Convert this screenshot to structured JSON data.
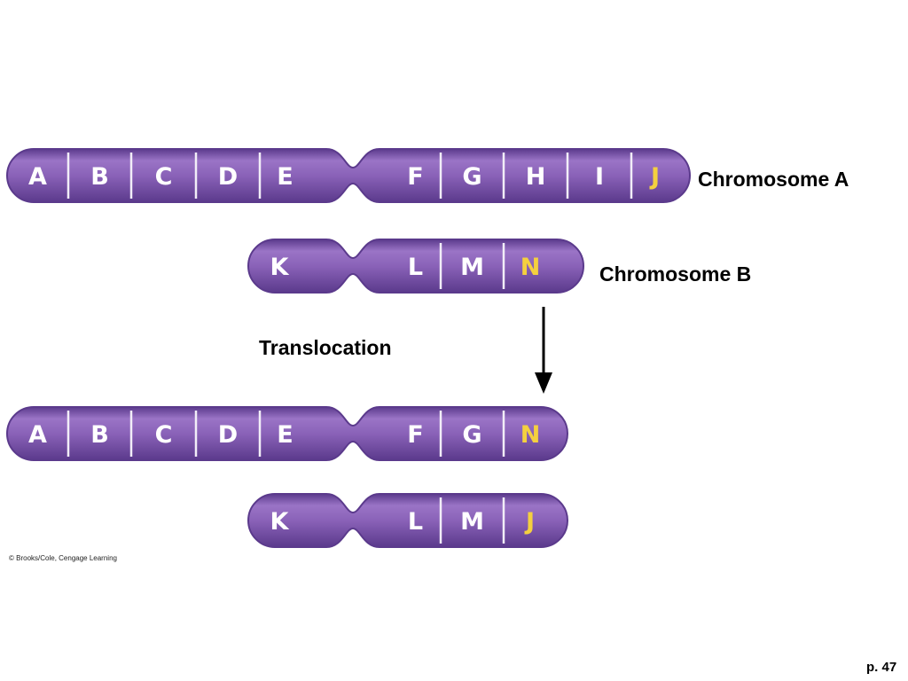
{
  "colors": {
    "chromosome_fill": "#8a62b8",
    "chromosome_dark": "#5b3a8c",
    "gene_label": "#ffffff",
    "highlight_label": "#f4d03f",
    "divider": "#f2eef8",
    "arrow": "#000000"
  },
  "chromosomes": [
    {
      "name": "chromosome-a-original",
      "genes": [
        "A",
        "B",
        "C",
        "D",
        "E",
        "F",
        "G",
        "H",
        "I",
        "J"
      ],
      "highlight": [
        "J"
      ]
    },
    {
      "name": "chromosome-b-original",
      "genes": [
        "K",
        "L",
        "M",
        "N"
      ],
      "highlight": [
        "N"
      ]
    },
    {
      "name": "chromosome-a-translocated",
      "genes": [
        "A",
        "B",
        "C",
        "D",
        "E",
        "F",
        "G",
        "N"
      ],
      "highlight": [
        "N"
      ]
    },
    {
      "name": "chromosome-b-translocated",
      "genes": [
        "K",
        "L",
        "M",
        "J"
      ],
      "highlight": [
        "J"
      ]
    }
  ],
  "labels": {
    "chromosome_a": "Chromosome A",
    "chromosome_b": "Chromosome B",
    "translocation": "Translocation"
  },
  "credit": "© Brooks/Cole, Cengage Learning",
  "page_number": "p. 47"
}
